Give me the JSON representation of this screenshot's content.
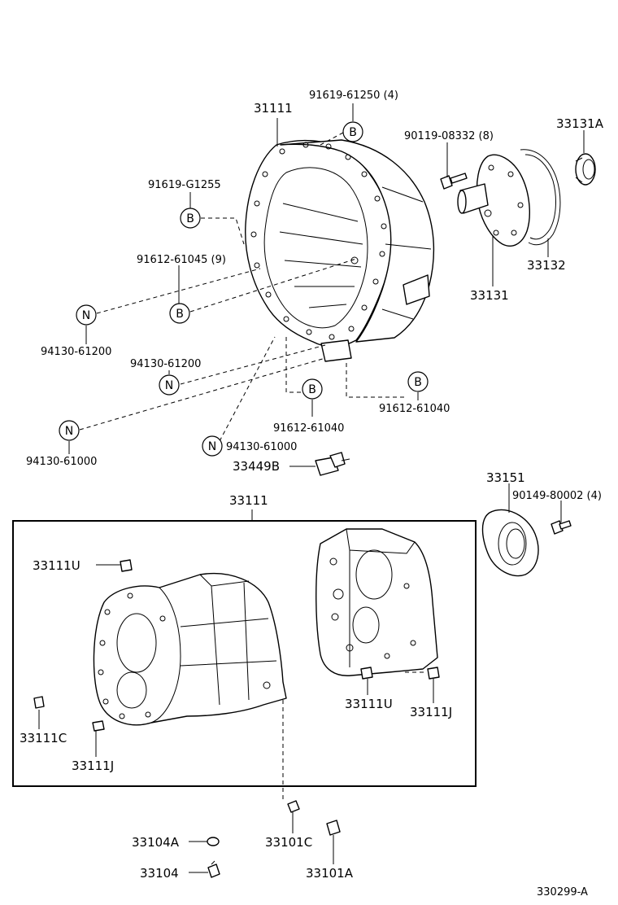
{
  "labels": {
    "p31111": "31111",
    "p91619_61250": "91619-61250 (4)",
    "p90119_08332": "90119-08332 (8)",
    "p33131A": "33131A",
    "p91619_G1255": "91619-G1255",
    "p91612_61045": "91612-61045 (9)",
    "p33132": "33132",
    "p33131": "33131",
    "p94130_61200_a": "94130-61200",
    "p94130_61200_b": "94130-61200",
    "p91612_61040_a": "91612-61040",
    "p91612_61040_b": "91612-61040",
    "p94130_61000_a": "94130-61000",
    "p94130_61000_b": "94130-61000",
    "p33449B": "33449B",
    "p33151": "33151",
    "p90149_80002": "90149-80002 (4)",
    "p33111": "33111",
    "p33111U_a": "33111U",
    "p33111U_b": "33111U",
    "p33111J_a": "33111J",
    "p33111J_b": "33111J",
    "p33111C": "33111C",
    "p33104A": "33104A",
    "p33104": "33104",
    "p33101C": "33101C",
    "p33101A": "33101A",
    "ref": "330299-A"
  },
  "callouts": {
    "b": "B",
    "n": "N"
  },
  "colors": {
    "line": "#000000",
    "background": "#ffffff"
  }
}
